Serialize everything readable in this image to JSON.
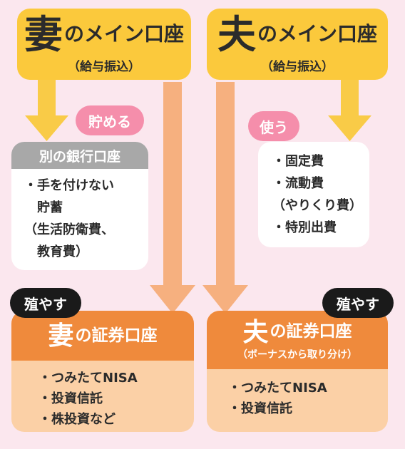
{
  "wife_main": {
    "char": "妻",
    "title": "のメイン口座",
    "subtitle": "（給与振込）"
  },
  "husband_main": {
    "char": "夫",
    "title": "のメイン口座",
    "subtitle": "（給与振込）"
  },
  "savings_badge": "貯める",
  "use_badge": "使う",
  "bank_box": {
    "header": "別の銀行口座",
    "lines": [
      "・手を付けない",
      "　貯蓄",
      "（生活防衛費、",
      "　教育費）"
    ]
  },
  "use_box": {
    "lines": [
      "・固定費",
      "・流動費",
      "（やりくり費）",
      "・特別出費"
    ]
  },
  "grow_badge_left": "殖やす",
  "grow_badge_right": "殖やす",
  "wife_securities": {
    "char": "妻",
    "title": "の証券口座",
    "lines": [
      "・つみたてNISA",
      "・投資信託",
      "・株投資など"
    ]
  },
  "husband_securities": {
    "char": "夫",
    "title": "の証券口座",
    "subtitle": "（ボーナスから取り分け）",
    "lines": [
      "・つみたてNISA",
      "・投資信託"
    ]
  },
  "colors": {
    "yellow": "#fbc93c",
    "arrow_yellow": "#f9cb47",
    "arrow_orange": "#f6b07f",
    "orange_header": "#ef8a3c",
    "orange_body": "#fbd0a6",
    "pink": "#f58eab",
    "gray": "#a8a8a8",
    "background": "#fbe7ee"
  }
}
